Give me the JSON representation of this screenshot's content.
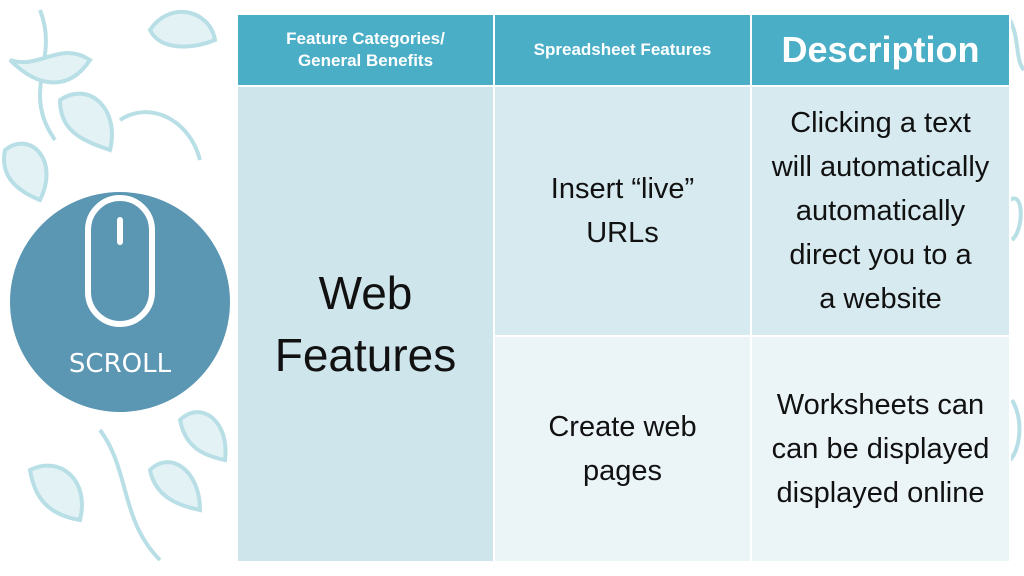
{
  "colors": {
    "header_bg": "#4aaec6",
    "col1_bg": "#cfe5ec",
    "row_a_bg": "#d6eaf0",
    "row_b_bg": "#ebf5f8",
    "badge": "#5b97b3",
    "leaf_decor": "#b9dfe6"
  },
  "badge": {
    "label": "SCROLL",
    "icon": "mouse-icon"
  },
  "table": {
    "headers": [
      "Feature Categories/\nGeneral Benefits",
      "Spreadsheet Features",
      "Description"
    ],
    "category": "Web\nFeatures",
    "rows": [
      {
        "feature": "Insert “live”\nURLs",
        "description": "Clicking a text\nwill automatically\nautomatically\ndirect you to a\na website"
      },
      {
        "feature": "Create web\npages",
        "description": "Worksheets can\ncan be displayed\ndisplayed online"
      }
    ]
  }
}
